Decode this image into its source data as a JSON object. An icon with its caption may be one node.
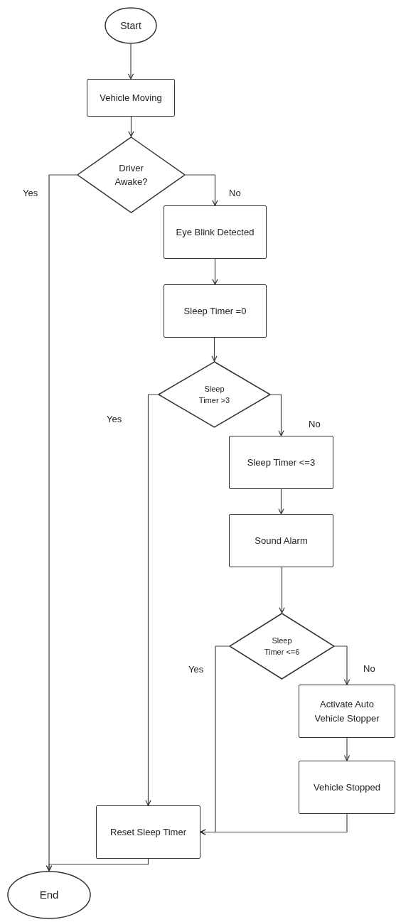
{
  "diagram": {
    "nodes": [
      {
        "text": [
          "Start"
        ]
      },
      {
        "text": [
          "Vehicle Moving"
        ]
      },
      {
        "text": [
          "Driver Awake?"
        ]
      },
      {
        "text": [
          "Eye Blink Detected"
        ]
      },
      {
        "text": [
          "Sleep Timer =0"
        ]
      },
      {
        "text": [
          "Sleep Timer >3"
        ]
      },
      {
        "text": [
          "Sleep Timer <=3"
        ]
      },
      {
        "text": [
          "Sound Alarm"
        ]
      },
      {
        "text": [
          "Sleep Timer <=6"
        ]
      },
      {
        "text": [
          "Activate Auto Vehicle Stopper"
        ]
      },
      {
        "text": [
          "Vehicle Stopped"
        ]
      },
      {
        "text": [
          "Reset Sleep Timer"
        ]
      },
      {
        "text": [
          "End"
        ]
      }
    ],
    "edges": [
      {
        "from": 0,
        "to": 1,
        "arrow": "to"
      },
      {
        "from": 1,
        "to": 2,
        "arrow": "to"
      },
      {
        "from": 2,
        "to": 12,
        "arrow": "to",
        "label": "Yes"
      },
      {
        "from": 2,
        "to": 3,
        "arrow": "to",
        "label": "No"
      },
      {
        "from": 3,
        "to": 4,
        "arrow": "to"
      },
      {
        "from": 4,
        "to": 5,
        "arrow": "to"
      },
      {
        "from": 5,
        "to": 11,
        "arrow": "to",
        "label": "Yes"
      },
      {
        "from": 5,
        "to": 6,
        "arrow": "to",
        "label": "No"
      },
      {
        "from": 6,
        "to": 7,
        "arrow": "to"
      },
      {
        "from": 7,
        "to": 8,
        "arrow": "to"
      },
      {
        "from": 8,
        "to": 11,
        "arrow": "to",
        "label": "Yes"
      },
      {
        "from": 8,
        "to": 9,
        "arrow": "to",
        "label": "No"
      },
      {
        "from": 9,
        "to": 10,
        "arrow": "to"
      },
      {
        "from": 10,
        "to": 11,
        "arrow": "to"
      },
      {
        "from": 11,
        "to": 12,
        "arrow": "to"
      }
    ]
  }
}
